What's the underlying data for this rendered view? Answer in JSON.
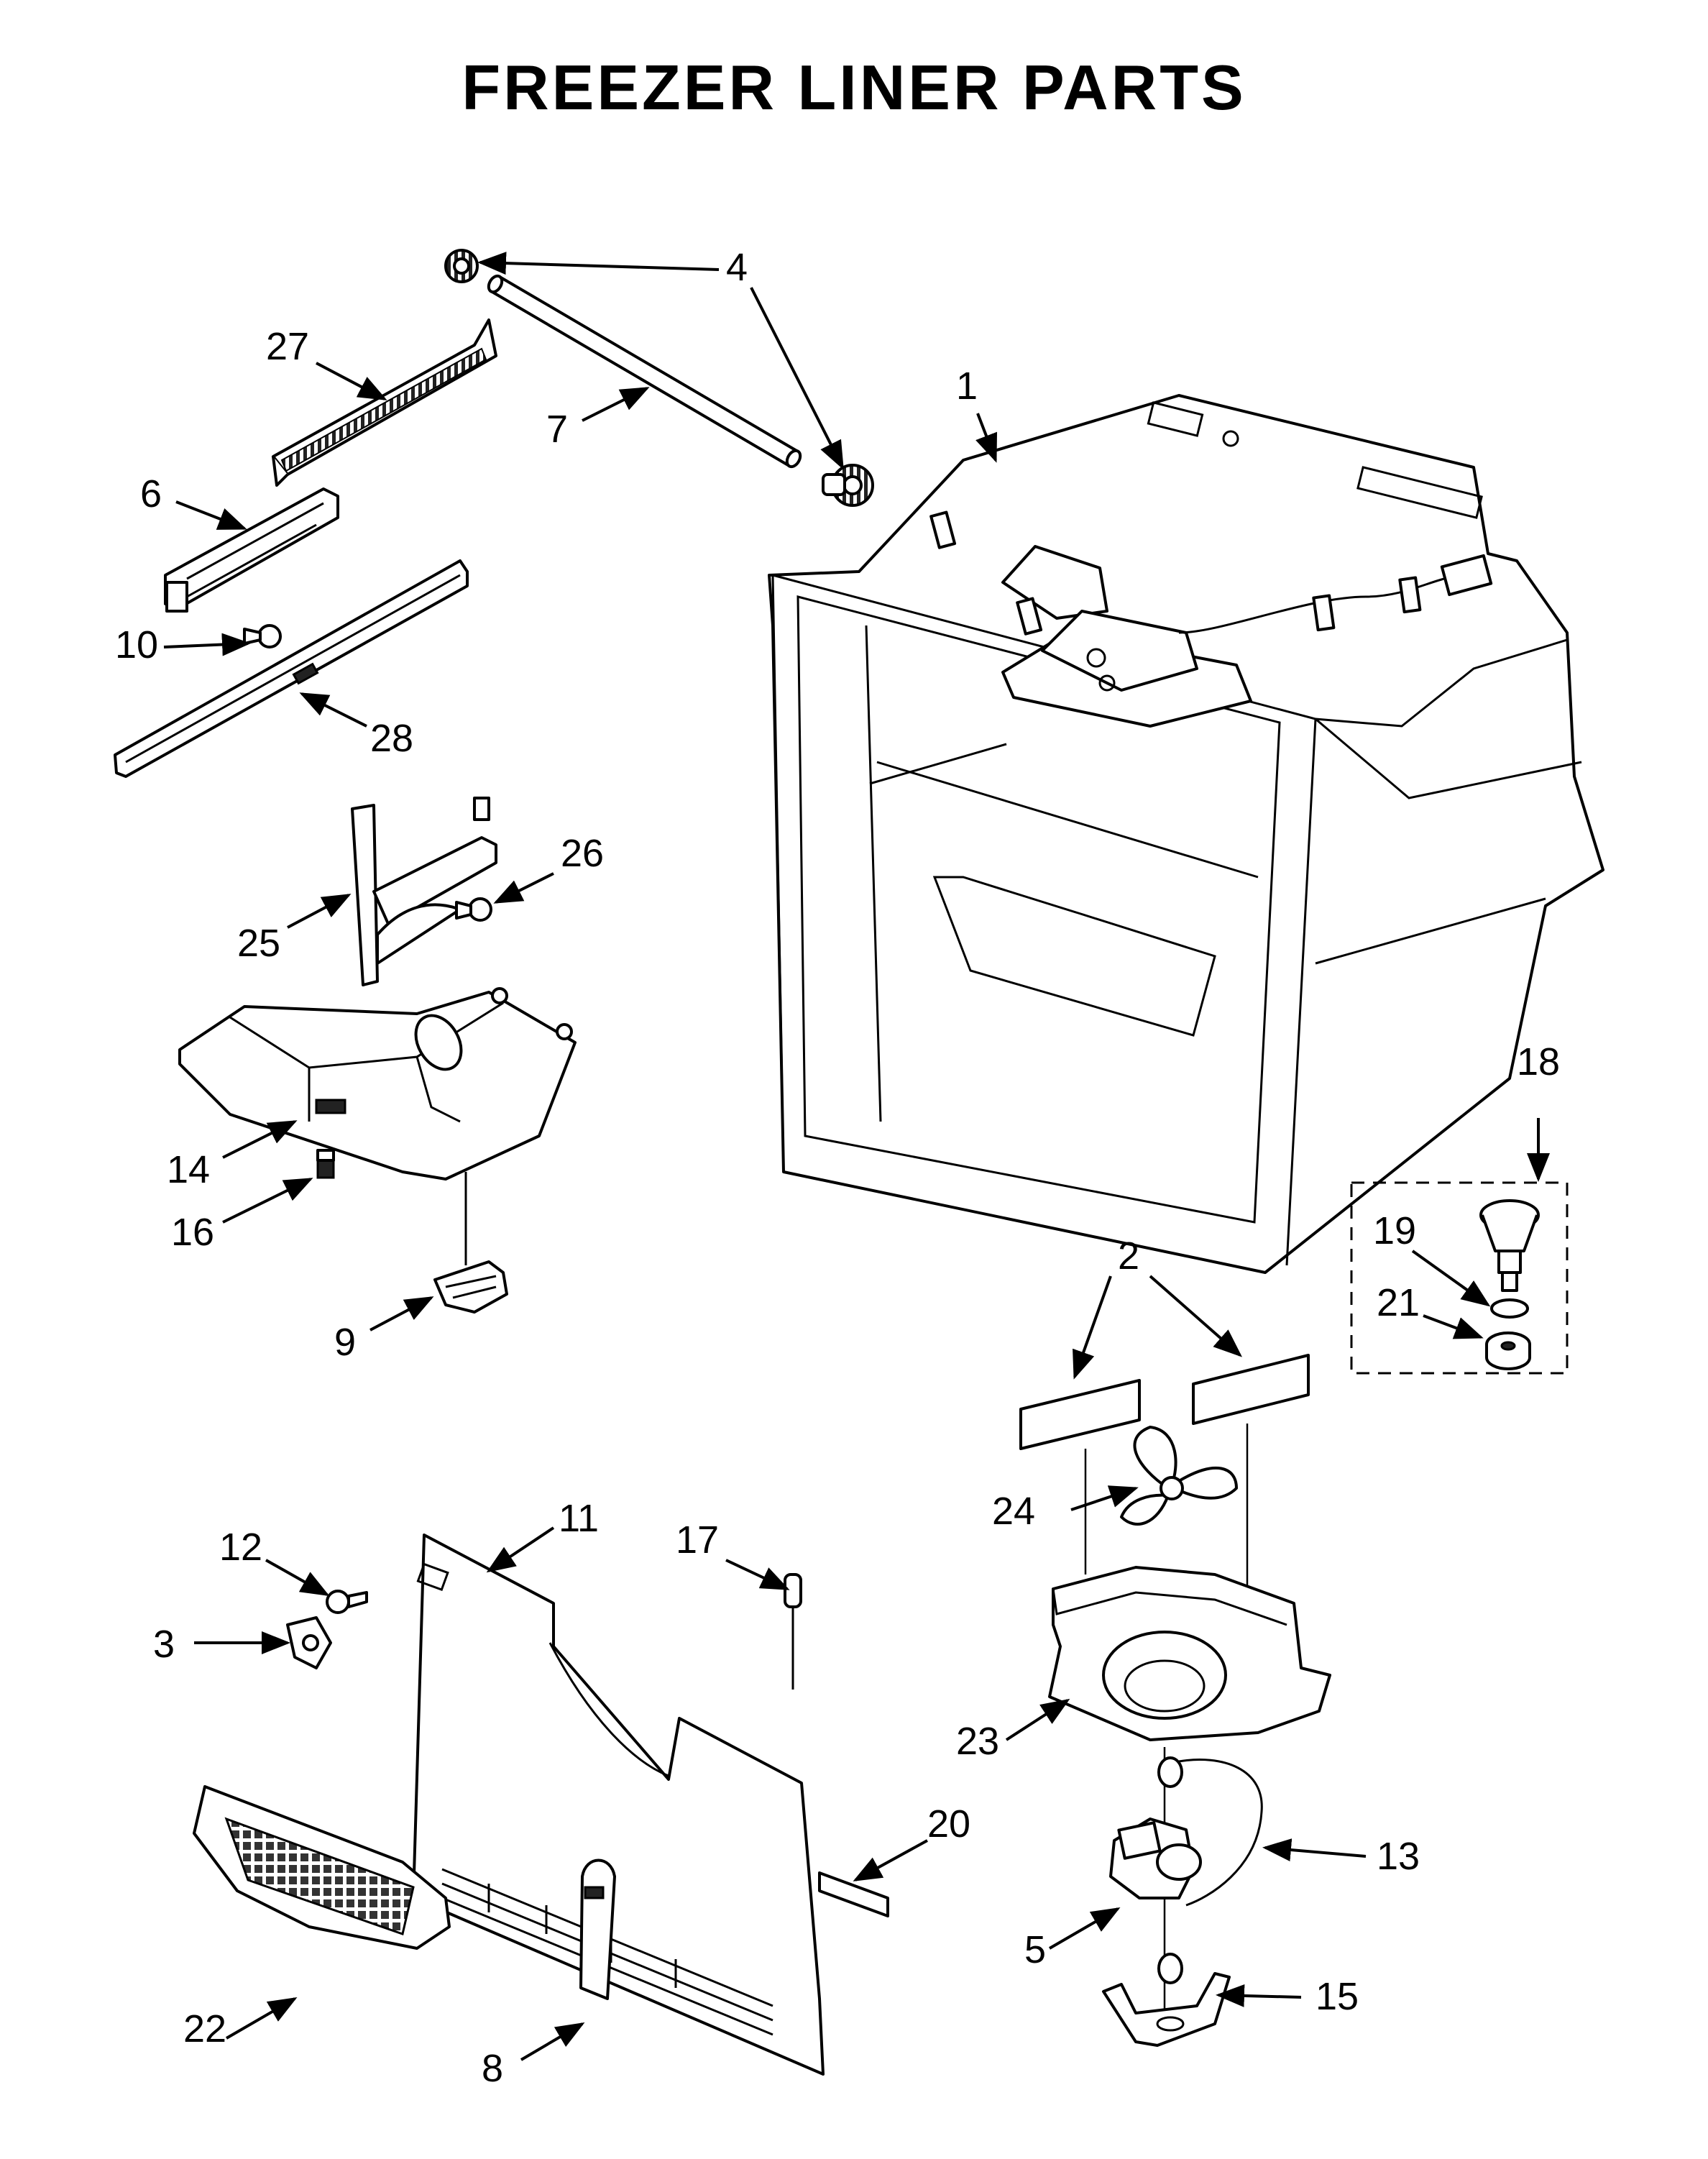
{
  "title": "FREEZER LINER PARTS",
  "callouts": [
    {
      "id": "c1",
      "label": "1"
    },
    {
      "id": "c2",
      "label": "2"
    },
    {
      "id": "c3",
      "label": "3"
    },
    {
      "id": "c4",
      "label": "4"
    },
    {
      "id": "c5",
      "label": "5"
    },
    {
      "id": "c6",
      "label": "6"
    },
    {
      "id": "c7",
      "label": "7"
    },
    {
      "id": "c8",
      "label": "8"
    },
    {
      "id": "c9",
      "label": "9"
    },
    {
      "id": "c10",
      "label": "10"
    },
    {
      "id": "c11",
      "label": "11"
    },
    {
      "id": "c12",
      "label": "12"
    },
    {
      "id": "c13",
      "label": "13"
    },
    {
      "id": "c14",
      "label": "14"
    },
    {
      "id": "c15",
      "label": "15"
    },
    {
      "id": "c16",
      "label": "16"
    },
    {
      "id": "c17",
      "label": "17"
    },
    {
      "id": "c18",
      "label": "18"
    },
    {
      "id": "c19",
      "label": "19"
    },
    {
      "id": "c20",
      "label": "20"
    },
    {
      "id": "c21",
      "label": "21"
    },
    {
      "id": "c22",
      "label": "22"
    },
    {
      "id": "c23",
      "label": "23"
    },
    {
      "id": "c24",
      "label": "24"
    },
    {
      "id": "c25",
      "label": "25"
    },
    {
      "id": "c26",
      "label": "26"
    },
    {
      "id": "c27",
      "label": "27"
    },
    {
      "id": "c28",
      "label": "28"
    }
  ]
}
